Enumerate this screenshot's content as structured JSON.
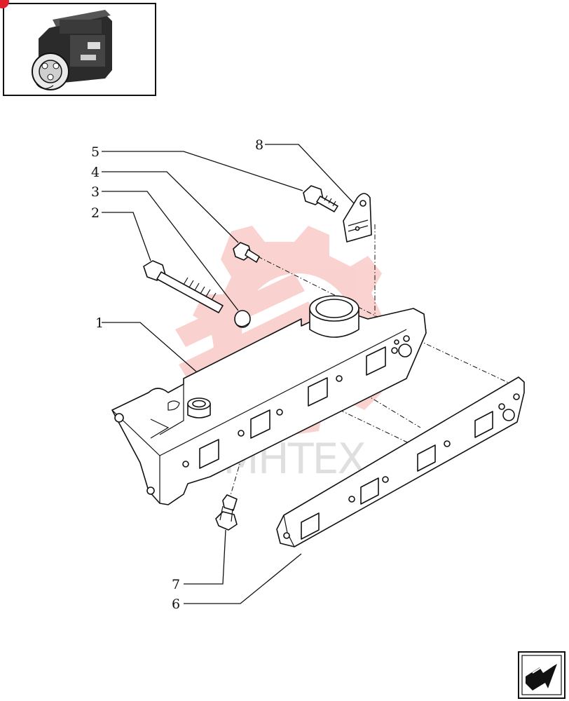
{
  "callouts": [
    {
      "id": "1",
      "label": "1"
    },
    {
      "id": "2",
      "label": "2"
    },
    {
      "id": "3",
      "label": "3"
    },
    {
      "id": "4",
      "label": "4"
    },
    {
      "id": "5",
      "label": "5"
    },
    {
      "id": "6",
      "label": "6"
    },
    {
      "id": "7",
      "label": "7"
    },
    {
      "id": "8",
      "label": "8"
    }
  ],
  "watermark": {
    "text": "MHTEX",
    "color": "#e8372c"
  },
  "thumbnail": {
    "icon": "engine-thumbnail-icon",
    "accent": "#e0202a"
  },
  "nav": {
    "icon": "next-page-arrow-icon"
  }
}
